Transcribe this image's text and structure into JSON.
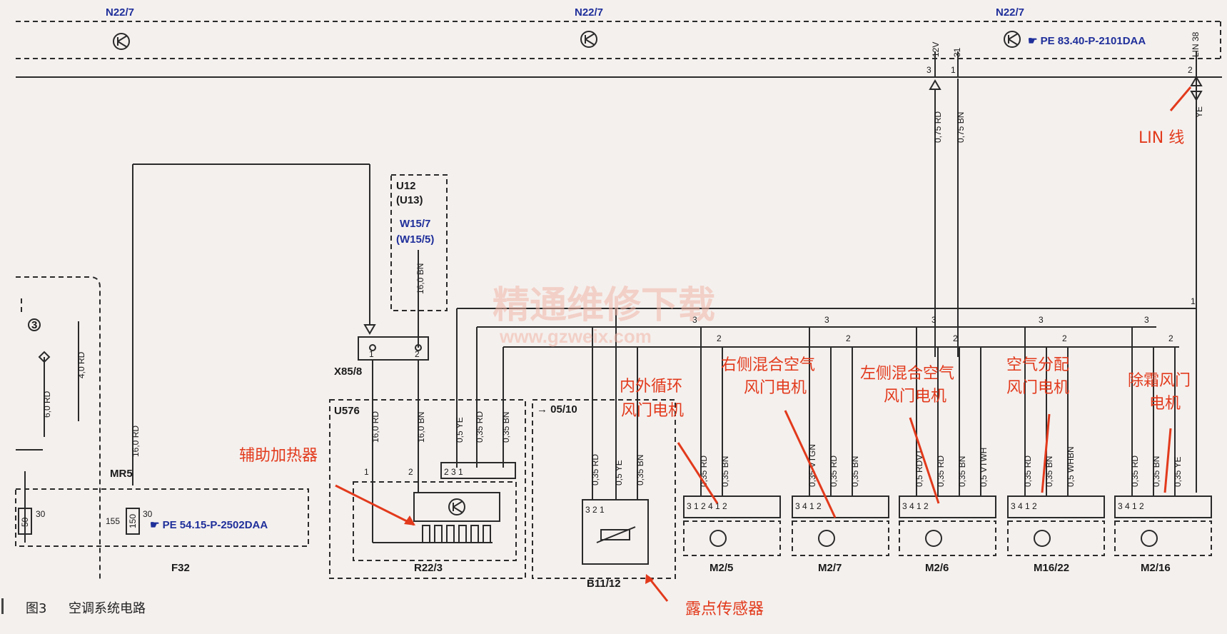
{
  "header": {
    "n22_label": "N22/7",
    "pe_top": "PE 83.40-P-2101DAA",
    "pin_12v": "12V",
    "pin_31": "31",
    "pin_lin": "LIN 38",
    "pin_3": "3",
    "pin_1": "1",
    "pin_2": "2"
  },
  "wires_top": {
    "rd": "0,75 RD",
    "bn": "0,75 BN",
    "ye": "YE"
  },
  "left": {
    "u12": "U12",
    "u13": "(U13)",
    "w157": "W15/7",
    "w155": "(W15/5)",
    "w_bn": "16,0 BN",
    "x85": "X85/8",
    "rd60": "6,0 RD",
    "rd40": "4,0 RD",
    "mr5": "MR5",
    "rd16": "16,0 RD",
    "f155": "155",
    "f150": "150",
    "f30": "30",
    "f50": "50",
    "f30b": "30",
    "pe_f": "PE 54.15-P-2502DAA",
    "f32": "F32",
    "circle3": "3"
  },
  "u576": {
    "label": "U576",
    "w1": "16,0 RD",
    "w2": "16,0 BN",
    "w3": "0,5 YE",
    "w4": "0,35 RD",
    "w5": "0,35 BN",
    "p1": "1",
    "p2": "2",
    "pins": "2 3 1",
    "r22": "R22/3",
    "ref": "05/10"
  },
  "b11": {
    "w1": "0,35 RD",
    "w2": "0,5 YE",
    "w3": "0,35 BN",
    "label": "B11/12",
    "pins": "3 2 1"
  },
  "motors": [
    {
      "id": "M2/5",
      "w": [
        "0,35 RD",
        "0,35 BN"
      ],
      "pins": "3 1 2 4 1 2"
    },
    {
      "id": "M2/7",
      "w": [
        "0,35 VTGN",
        "0,35 RD",
        "0,35 BN"
      ],
      "pins": "3 4 1 2"
    },
    {
      "id": "M2/6",
      "w": [
        "0,5 RDVT",
        "0,35 RD",
        "0,35 BN",
        "0,5 VTWH"
      ],
      "pins": "3 4 1 2"
    },
    {
      "id": "M16/22",
      "w": [
        "0,35 RD",
        "0,35 BN",
        "0,5 WHBN"
      ],
      "pins": "3 4 1 2"
    },
    {
      "id": "M2/16",
      "w": [
        "0,35 RD",
        "0,35 BN",
        "0,35 YE"
      ],
      "pins": "3 4 1 2"
    }
  ],
  "bus": {
    "n1": "1",
    "n2": "2",
    "n3": "3"
  },
  "annotations": {
    "lin": "LIN 线",
    "aux_heater": "辅助加热器",
    "recirc": "内外循环\n风门电机",
    "recirc1": "内外循环",
    "recirc2": "风门电机",
    "right_mix1": "右侧混合空气",
    "right_mix2": "风门电机",
    "left_mix1": "左侧混合空气",
    "left_mix2": "风门电机",
    "air_dist1": "空气分配",
    "air_dist2": "风门电机",
    "defrost1": "除霜风门",
    "defrost2": "电机",
    "dew": "露点传感器"
  },
  "watermark": {
    "cn": "精通维修下载",
    "url": "www.gzweix.com"
  },
  "caption": {
    "fig": "图3",
    "title": "空调系统电路"
  },
  "colors": {
    "annotation": "#e23a1c",
    "reference_blue": "#1f2f9a",
    "line": "#2a2a2a"
  }
}
